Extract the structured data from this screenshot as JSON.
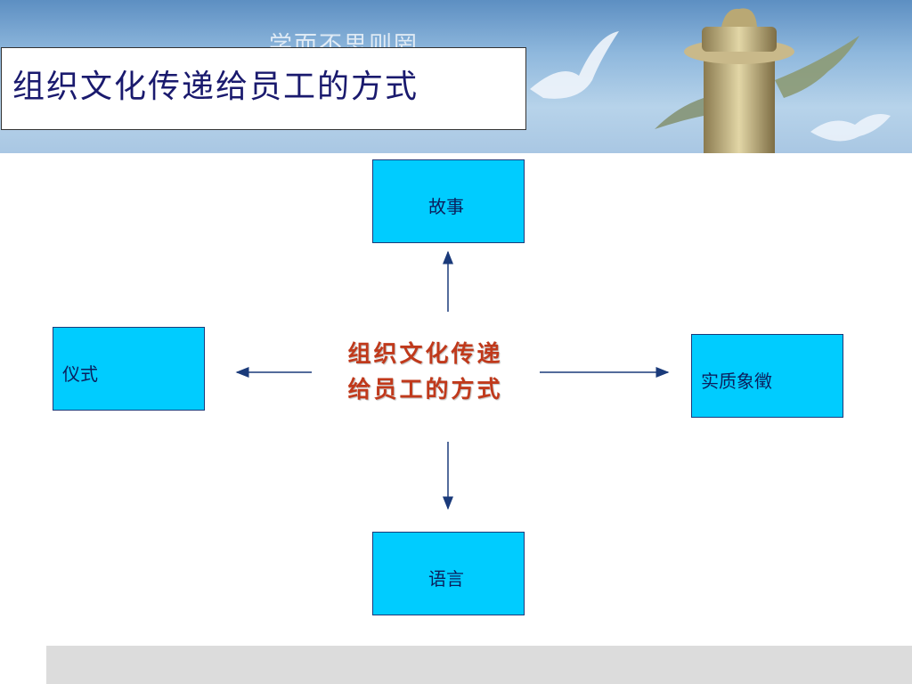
{
  "banner": {
    "watermark": "学而不思则罔"
  },
  "slide": {
    "title": "组织文化传递给员工的方式"
  },
  "diagram": {
    "center_line1": "组织文化传递",
    "center_line2": "给员工的方式",
    "nodes": {
      "top": "故事",
      "left": "仪式",
      "right": "实质象徵",
      "bottom": "语言"
    },
    "colors": {
      "node_fill": "#00ccff",
      "center_text": "#c0391b",
      "arrow": "#1a3a7a"
    }
  }
}
